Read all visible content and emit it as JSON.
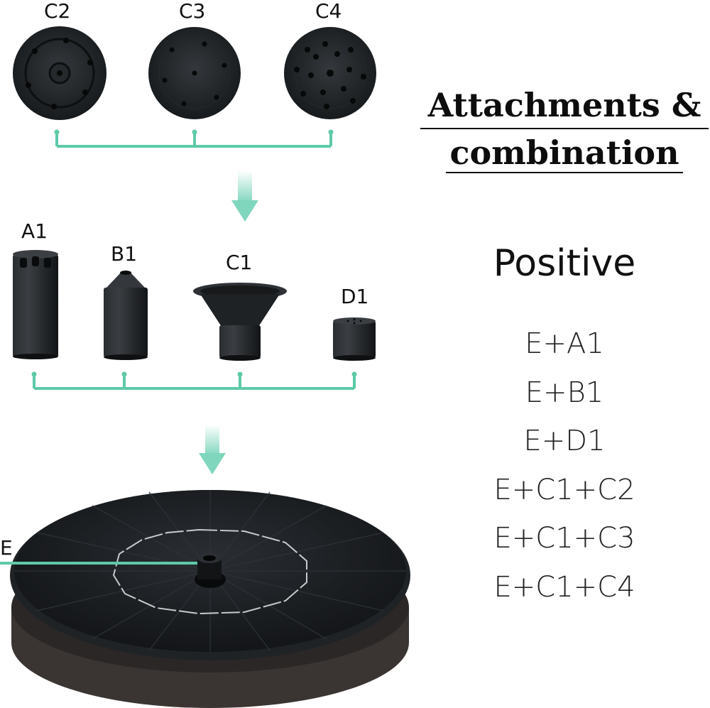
{
  "heading": {
    "line1": "Attachments &",
    "line2": "combination"
  },
  "subtitle": "Positive",
  "parts": {
    "c2": "C2",
    "c3": "C3",
    "c4": "C4",
    "a1": "A1",
    "b1": "B1",
    "c1": "C1",
    "d1": "D1",
    "e": "E"
  },
  "combinations": [
    "E+A1",
    "E+B1",
    "E+D1",
    "E+C1+C2",
    "E+C1+C3",
    "E+C1+C4"
  ],
  "colors": {
    "connector": "#5ec9a8",
    "arrow": "#7fd6bd",
    "product": "#1c1f22",
    "sponge": "#3a3533"
  }
}
